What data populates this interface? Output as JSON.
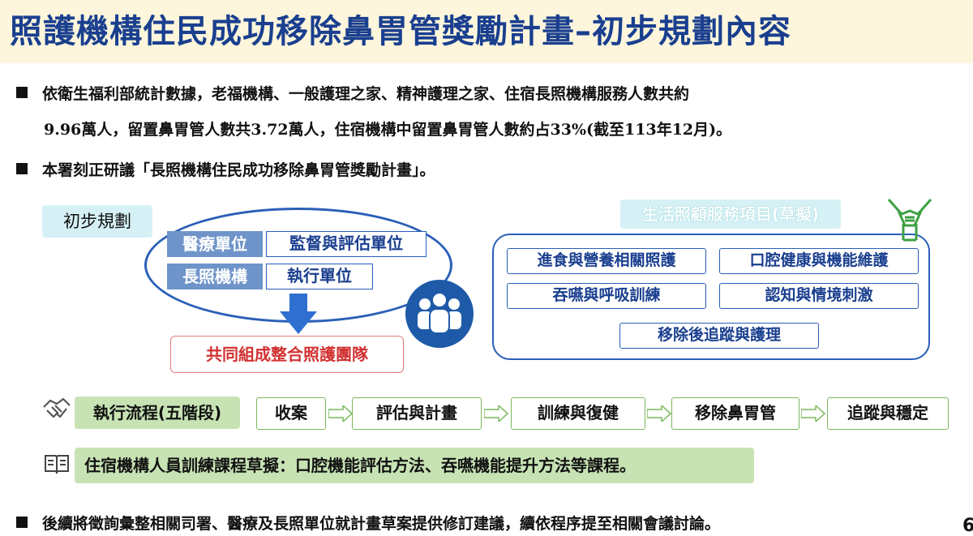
{
  "title": "照護機構住民成功移除鼻胃管獎勵計畫–初步規劃內容",
  "bullets": {
    "b1_line1": "依衛生福利部統計數據，老福機構、一般護理之家、精神護理之家、住宿長照機構服務人數共約",
    "b1_line2": "9.96萬人，留置鼻胃管人數共3.72萬人，住宿機構中留置鼻胃管人數約占33%(截至113年12月)。",
    "b2": "本署刻正研議「長照機構住民成功移除鼻胃管獎勵計畫」。",
    "b3": "後續將徵詢彙整相關司署、醫療及長照單位就計畫草案提供修訂建議，續依程序提至相關會議討論。"
  },
  "plan": {
    "label": "初步規劃",
    "roles": [
      {
        "left": "醫療單位",
        "right": "監督與評估單位"
      },
      {
        "left": "長照機構",
        "right": "執行單位"
      }
    ],
    "team": "共同組成整合照護團隊"
  },
  "services": {
    "title": "生活照顧服務項目(草擬)",
    "items": [
      "進食與營養相關照護",
      "口腔健康與機能維護",
      "吞嚥與呼吸訓練",
      "認知與情境刺激",
      "移除後追蹤與護理"
    ]
  },
  "flow": {
    "label": "執行流程(五階段)",
    "steps": [
      "收案",
      "評估與計畫",
      "訓練與復健",
      "移除鼻胃管",
      "追蹤與穩定"
    ]
  },
  "training": "住宿機構人員訓練課程草擬：口腔機能評估方法、吞嚥機能提升方法等課程。",
  "page_number": "6",
  "icons": [
    "people-icon",
    "hands-together-icon",
    "handshake-icon",
    "book-icon",
    "arrow-down-icon"
  ],
  "colors": {
    "title": "#1a3f8f",
    "title_bg": "#fdf6dc",
    "accent_blue": "#2a5fb8",
    "accent_green": "#c7e3b4",
    "team_red": "#d23030"
  }
}
